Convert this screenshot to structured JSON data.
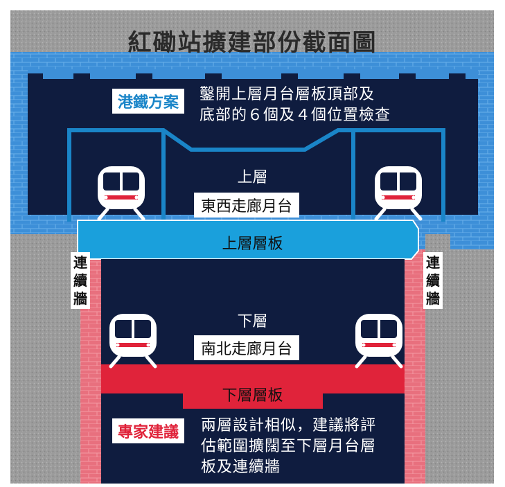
{
  "title": "紅磡站擴建部份截面圖",
  "mtr_plan": {
    "label": "港鐵方案",
    "lines": [
      "鑿開上層月台層板頂部及",
      "底部的６個及４個位置檢查"
    ]
  },
  "upper_level": {
    "label": "上層",
    "platform": "東西走廊月台",
    "slab": "上層層板"
  },
  "lower_level": {
    "label": "下層",
    "platform": "南北走廊月台",
    "slab": "下層層板"
  },
  "diaphragm_wall": "連續牆",
  "expert_advice": {
    "label": "專家建議",
    "lines": [
      "兩層設計相似，建議將評",
      "估範圍擴闊至下層月台層",
      "板及連續牆"
    ]
  },
  "colors": {
    "blue": "#1a85c8",
    "red": "#e0233a",
    "navy": "#0f1c3f",
    "brick_blue": "#3d8fd8",
    "brick_red": "#e8707e",
    "ground": "#9a9a9a"
  },
  "icons": [
    "train-front-icon"
  ]
}
